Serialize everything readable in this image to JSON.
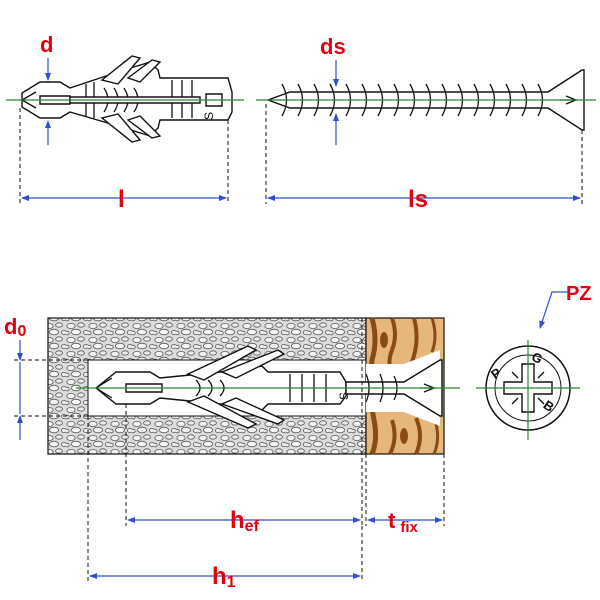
{
  "labels": {
    "d": "d",
    "l": "l",
    "ds": "ds",
    "ls": "ls",
    "d0_main": "d",
    "d0_sub": "0",
    "hef_main": "h",
    "hef_sub": "ef",
    "tfix_main": "t",
    "tfix_sub": "fix",
    "h1_main": "h",
    "h1_sub": "1",
    "pz": "PZ",
    "plug_mark": "S",
    "pozi_p": "P",
    "pozi_g": "G",
    "pozi_b": "B"
  },
  "colors": {
    "label": "#e3000f",
    "dimension": "#2f4fd0",
    "centerline": "#2a8a2a",
    "concrete": "#d9d9d9",
    "wood_light": "#e6b77a",
    "wood_dark": "#8a4a14"
  }
}
